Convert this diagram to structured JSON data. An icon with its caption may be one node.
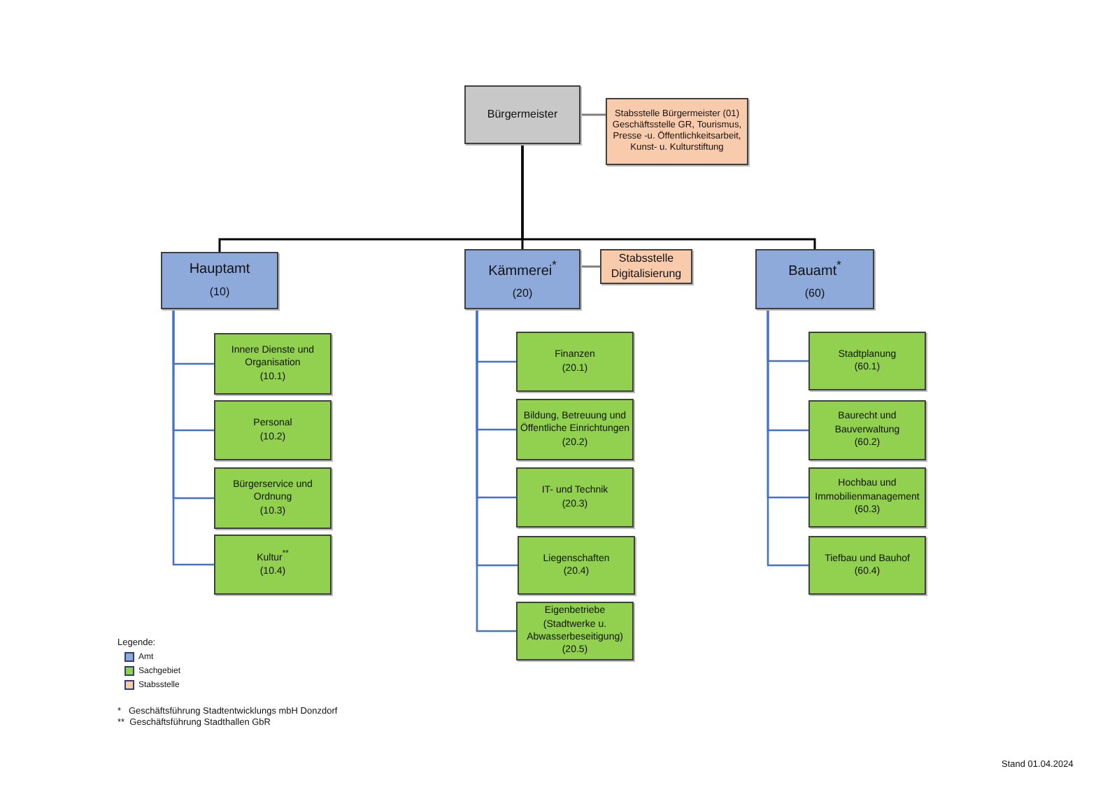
{
  "diagram": {
    "nodes": [
      {
        "text": [
          "Bürgermeister"
        ]
      },
      {
        "text": [
          "Stabsstelle Bürgermeister (01) Geschäftsstelle GR, Tourismus, Presse -u. Öffentlichkeitsarbeit, Kunst- u. Kulturstiftung"
        ]
      },
      {
        "text": [
          "Hauptamt",
          "(10)"
        ]
      },
      {
        "text": [
          "Kämmerei$^{*}$",
          "(20)"
        ]
      },
      {
        "text": [
          "Stabsstelle Digitalisierung"
        ]
      },
      {
        "text": [
          "Bauamt$^{*}$",
          "(60)"
        ]
      },
      {
        "text": [
          "Innere Dienste und Organisation",
          "(10.1)"
        ]
      },
      {
        "text": [
          "Personal",
          "(10.2)"
        ]
      },
      {
        "text": [
          "Bürgerservice und Ordnung",
          "(10.3)"
        ]
      },
      {
        "text": [
          "Kultur$^{**}$",
          "(10.4)"
        ]
      },
      {
        "text": [
          "Finanzen",
          "(20.1)"
        ]
      },
      {
        "text": [
          "Bildung, Betreuung und Öffentliche Einrichtungen",
          "(20.2)"
        ]
      },
      {
        "text": [
          "IT- und Technik",
          "(20.3)"
        ]
      },
      {
        "text": [
          "Liegenschaften",
          "(20.4)"
        ]
      },
      {
        "text": [
          "Eigenbetriebe (Stadtwerke u. Abwasserbeseitigung)",
          "(20.5)"
        ]
      },
      {
        "text": [
          "Stadtplanung",
          "(60.1)"
        ]
      },
      {
        "text": [
          "Baurecht und Bauverwaltung",
          "(60.2)"
        ]
      },
      {
        "text": [
          "Hochbau und Immobilienmanagement",
          "(60.3)"
        ]
      },
      {
        "text": [
          "Tiefbau und Bauhof",
          "(60.4)"
        ]
      }
    ],
    "edges": [
      {
        "from": 0,
        "to": 1,
        "arrow": "none",
        "color": "#808080"
      },
      {
        "from": 0,
        "to": 2,
        "arrow": "none",
        "color": "#000000"
      },
      {
        "from": 0,
        "to": 3,
        "arrow": "none",
        "color": "#000000"
      },
      {
        "from": 0,
        "to": 5,
        "arrow": "none",
        "color": "#000000"
      },
      {
        "from": 3,
        "to": 4,
        "arrow": "none",
        "color": "#808080"
      },
      {
        "from": 2,
        "to": 6,
        "arrow": "none"
      },
      {
        "from": 2,
        "to": 7,
        "arrow": "none"
      },
      {
        "from": 2,
        "to": 8,
        "arrow": "none"
      },
      {
        "from": 2,
        "to": 9,
        "arrow": "none"
      },
      {
        "from": 3,
        "to": 10,
        "arrow": "none"
      },
      {
        "from": 3,
        "to": 11,
        "arrow": "none"
      },
      {
        "from": 3,
        "to": 12,
        "arrow": "none"
      },
      {
        "from": 3,
        "to": 13,
        "arrow": "none"
      },
      {
        "from": 3,
        "to": 14,
        "arrow": "none"
      },
      {
        "from": 5,
        "to": 15,
        "arrow": "none"
      },
      {
        "from": 5,
        "to": 16,
        "arrow": "none"
      },
      {
        "from": 5,
        "to": 17,
        "arrow": "none"
      },
      {
        "from": 5,
        "to": 18,
        "arrow": "none"
      }
    ],
    "labels": [
      "Legende:",
      "*   Geschäftsführung Stadtentwicklungs mbH Donzdorf",
      "**  Geschäftsführung Stadthallen GbR",
      "Stand 01.04.2024"
    ],
    "legend": [
      {
        "text": "Amt",
        "color": "#8eaadb"
      },
      {
        "text": "Sachgebiet",
        "color": "#92d050"
      },
      {
        "text": "Stabsstelle",
        "color": "#f8cbad"
      }
    ]
  }
}
